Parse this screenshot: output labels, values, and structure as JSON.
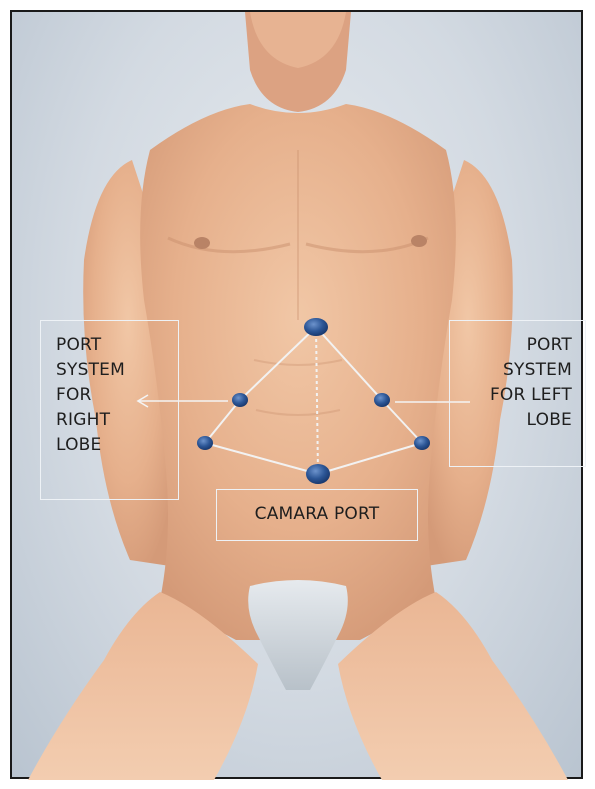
{
  "labels": {
    "right_lobe": [
      "PORT",
      "SYSTEM",
      "FOR",
      "RIGHT",
      "LOBE"
    ],
    "left_lobe": [
      "PORT",
      "SYSTEM",
      "FOR LEFT",
      "LOBE"
    ],
    "camera_port": "CAMARA PORT"
  },
  "ports": [
    "top-center-port",
    "right-lobe-upper-port",
    "right-lobe-lower-port",
    "left-lobe-upper-port",
    "left-lobe-lower-port",
    "camera-port"
  ],
  "colors": {
    "skin": "#e8b896",
    "port": "#2c5696",
    "line": "#f2f2f2",
    "background": "#d3dae2",
    "cloth": "#c9d0d6"
  }
}
